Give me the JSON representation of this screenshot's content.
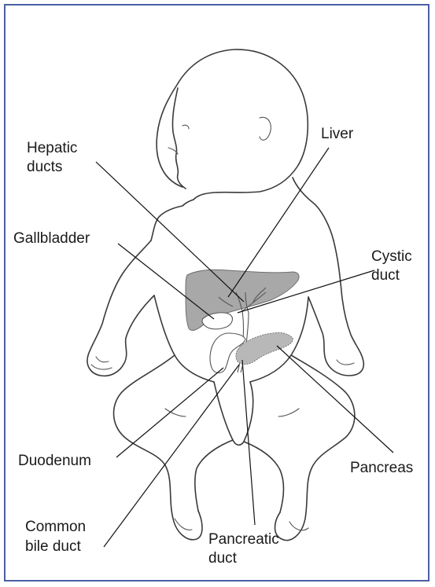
{
  "labels": {
    "liver": "Liver",
    "hepatic_ducts_1": "Hepatic",
    "hepatic_ducts_2": "ducts",
    "gallbladder": "Gallbladder",
    "cystic_duct_1": "Cystic",
    "cystic_duct_2": "duct",
    "duodenum": "Duodenum",
    "pancreas": "Pancreas",
    "common_bile_duct_1": "Common",
    "common_bile_duct_2": "bile duct",
    "pancreatic_duct_1": "Pancreatic",
    "pancreatic_duct_2": "duct"
  },
  "colors": {
    "frame": "#4a5fa3",
    "organ_fill": "#a8a8a8",
    "outline": "#3a3a3a"
  }
}
